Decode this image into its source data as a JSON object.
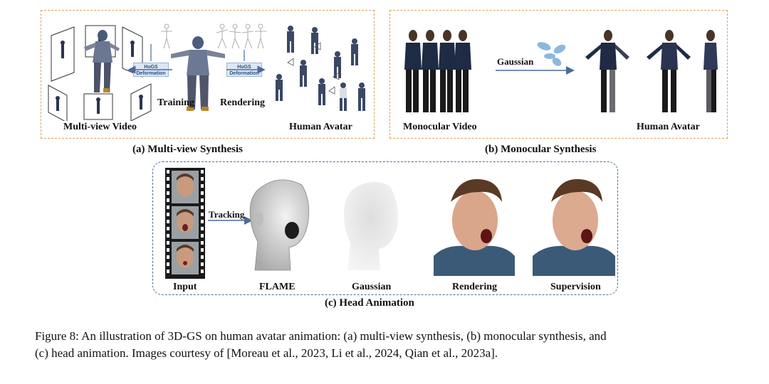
{
  "panel_a": {
    "deformation_box_label": "HuGS Deformation",
    "training_label": "Training",
    "rendering_label": "Rendering",
    "left_label": "Multi-view Video",
    "right_label": "Human Avatar",
    "subtitle": "(a) Multi-view Synthesis"
  },
  "panel_b": {
    "gaussian_label": "Gaussian",
    "left_label": "Monocular Video",
    "right_label": "Human Avatar",
    "subtitle": "(b) Monocular Synthesis"
  },
  "panel_c": {
    "tracking_label": "Tracking",
    "labels": [
      "Input",
      "FLAME",
      "Gaussian",
      "Rendering",
      "Supervision"
    ],
    "subtitle": "(c) Head Animation"
  },
  "caption": {
    "line1": "Figure 8: An illustration of 3D-GS on human avatar animation: (a) multi-view synthesis, (b) monocular synthesis, and",
    "line2": "(c) head animation. Images courtesy of [Moreau et al., 2023, Li et al., 2024, Qian et al., 2023a]."
  },
  "colors": {
    "panel_border_orange": "#d9a05b",
    "panel_border_blue": "#4a6b9a",
    "arrow_blue": "#4a6b9a",
    "deformation_box": "#dbe7f5"
  }
}
